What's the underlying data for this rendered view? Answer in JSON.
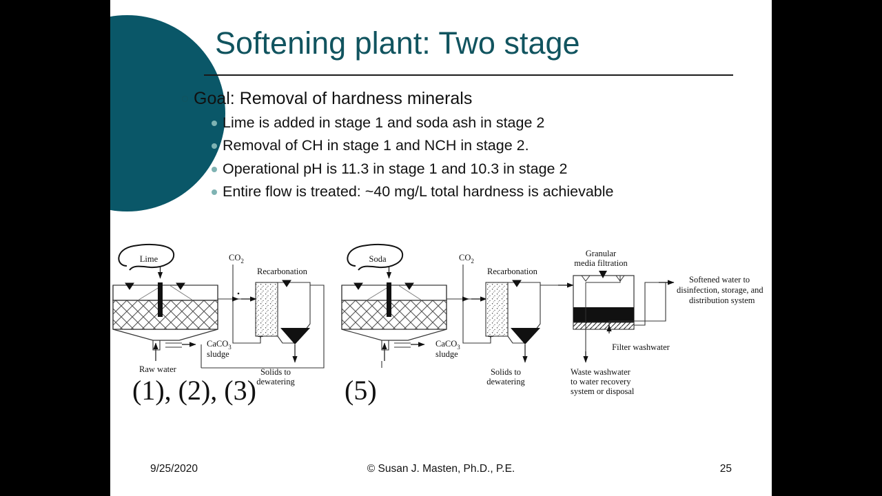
{
  "slide": {
    "title": "Softening plant: Two stage",
    "colors": {
      "title": "#11545f",
      "circle_dark": "#0a5768",
      "circle_light": "#93c4cf",
      "sub_bullet": "#7fb3b3"
    },
    "bullets": {
      "level1": "Goal: Removal of hardness minerals",
      "level2": [
        "Lime is added in stage 1 and soda ash in stage 2",
        "Removal of CH in stage 1 and NCH in stage 2.",
        "Operational pH is 11.3 in stage 1 and 10.3 in stage 2",
        "Entire flow is treated:  ~40 mg/L total hardness is achievable"
      ]
    },
    "footer": {
      "date": "9/25/2020",
      "copyright": "© Susan J. Masten, Ph.D., P.E.",
      "page_number": "25"
    }
  },
  "figure": {
    "labels": {
      "lime": "Lime",
      "soda": "Soda",
      "co2_a": "CO",
      "co2_sub": "2",
      "co2_b": "CO",
      "recarbonation_a": "Recarbonation",
      "recarbonation_b": "Recarbonation",
      "caco3_a": "CaCO",
      "caco3_sub": "3",
      "sludge_a": "sludge",
      "caco3_b": "CaCO",
      "sludge_b": "sludge",
      "raw_water": "Raw water",
      "solids_a_l1": "Solids to",
      "solids_a_l2": "dewatering",
      "solids_b_l1": "Solids to",
      "solids_b_l2": "dewatering",
      "granular_l1": "Granular",
      "granular_l2": "media filtration",
      "softened_l1": "Softened water to",
      "softened_l2": "disinfection, storage, and",
      "softened_l3": "distribution system",
      "filter_washwater": "Filter washwater",
      "waste_l1": "Waste washwater",
      "waste_l2": "to water recovery",
      "waste_l3": "system or disposal"
    },
    "annotations": {
      "left": "(1), (2), (3)",
      "right": "(5)"
    }
  }
}
